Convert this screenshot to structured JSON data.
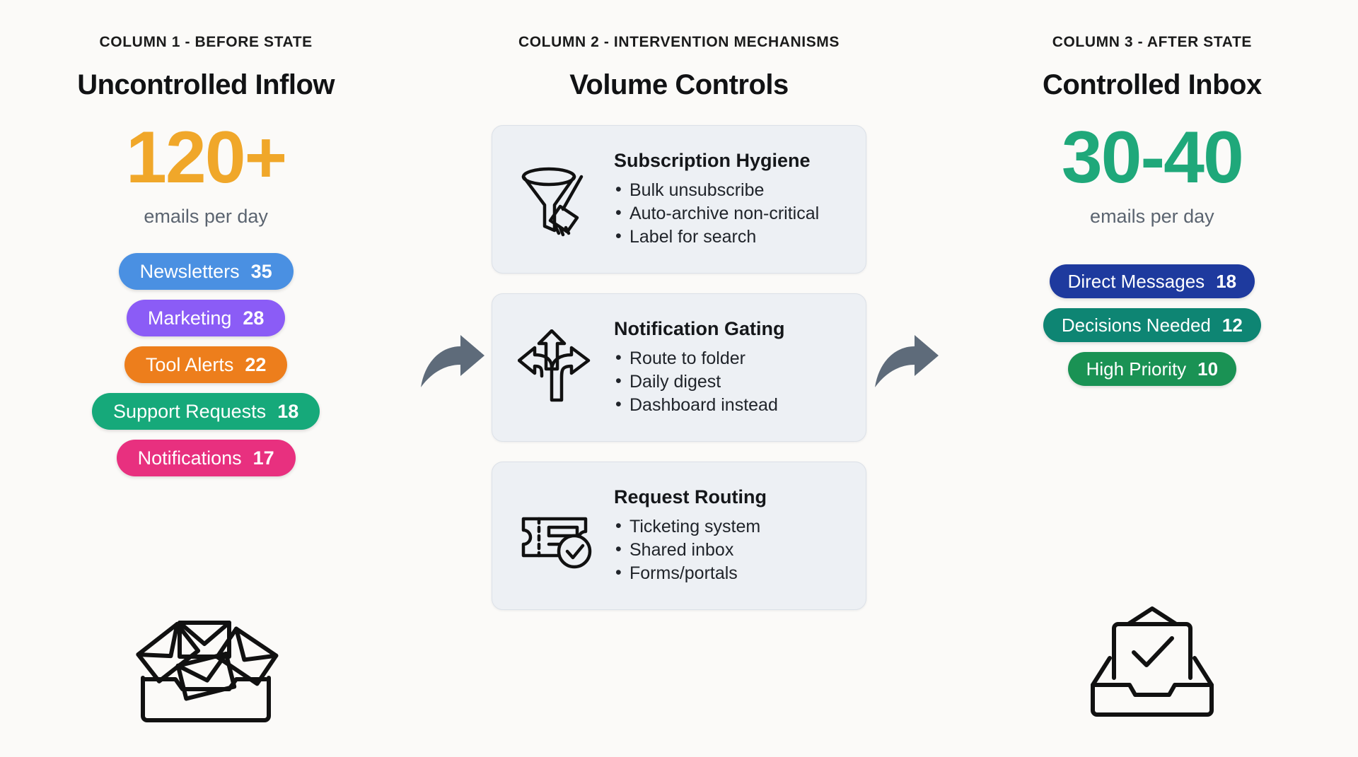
{
  "columns": {
    "before": {
      "eyebrow": "COLUMN 1 - BEFORE STATE",
      "title": "Uncontrolled Inflow",
      "big_number": "120+",
      "big_number_color": "#F0A72A",
      "big_sub": "emails per day",
      "pills": [
        {
          "label": "Newsletters",
          "value": "35",
          "color": "#4A90E2"
        },
        {
          "label": "Marketing",
          "value": "28",
          "color": "#8B5CF6"
        },
        {
          "label": "Tool Alerts",
          "value": "22",
          "color": "#ED7E1C"
        },
        {
          "label": "Support Requests",
          "value": "18",
          "color": "#16A97A"
        },
        {
          "label": "Notifications",
          "value": "17",
          "color": "#E8307F"
        }
      ],
      "footer_icon": "overflowing-inbox-icon"
    },
    "middle": {
      "eyebrow": "COLUMN 2 - INTERVENTION MECHANISMS",
      "title": "Volume Controls",
      "cards": [
        {
          "icon": "funnel-broom-icon",
          "title": "Subscription Hygiene",
          "items": [
            "Bulk unsubscribe",
            "Auto-archive non-critical",
            "Label for search"
          ]
        },
        {
          "icon": "three-way-arrow-icon",
          "title": "Notification Gating",
          "items": [
            "Route to folder",
            "Daily digest",
            "Dashboard instead"
          ]
        },
        {
          "icon": "ticket-check-icon",
          "title": "Request Routing",
          "items": [
            "Ticketing system",
            "Shared inbox",
            "Forms/portals"
          ]
        }
      ]
    },
    "after": {
      "eyebrow": "COLUMN 3 - AFTER STATE",
      "title": "Controlled Inbox",
      "big_number": "30-40",
      "big_number_color": "#1FA87A",
      "big_sub": "emails per day",
      "pills": [
        {
          "label": "Direct Messages",
          "value": "18",
          "color": "#1E3A9E"
        },
        {
          "label": "Decisions Needed",
          "value": "12",
          "color": "#0E8573"
        },
        {
          "label": "High Priority",
          "value": "10",
          "color": "#1A9254"
        }
      ],
      "footer_icon": "clean-inbox-check-icon"
    }
  },
  "connectors": {
    "arrow_left": "curved-arrow-right-icon",
    "arrow_right": "curved-arrow-right-icon",
    "color": "#5E6B7A"
  },
  "theme": {
    "background": "#FBFAF8",
    "card_bg": "#EDF0F4",
    "card_border": "#DCE1E8",
    "text_primary": "#15171A",
    "text_muted": "#5B6470"
  }
}
